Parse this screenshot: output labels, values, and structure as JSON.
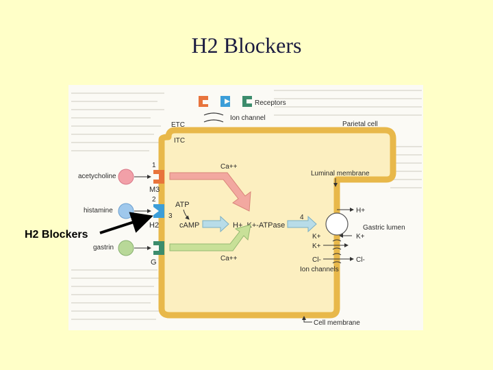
{
  "title": "H2 Blockers",
  "annotation": {
    "label": "H2 Blockers"
  },
  "figure": {
    "legend": {
      "receptors": "Receptors",
      "ion_channel": "Ion channel"
    },
    "cell_labels": {
      "etc": "ETC",
      "itc": "ITC",
      "parietal_cell": "Parietal cell",
      "luminal_membrane": "Luminal membrane",
      "gastric_lumen": "Gastric lumen",
      "cell_membrane": "Cell membrane",
      "ion_channels": "Ion channels"
    },
    "ligands": [
      "acetycholine",
      "histamine",
      "gastrin"
    ],
    "receptors": [
      "M3",
      "H2",
      "G"
    ],
    "steps": [
      "1",
      "2",
      "3",
      "4"
    ],
    "mediators": {
      "atp": "ATP",
      "camp": "cAMP",
      "ca_top": "Ca++",
      "ca_bottom": "Ca++"
    },
    "pump": "H+, K+-ATPase",
    "ions": {
      "h": "H+",
      "k_out": "K+",
      "k_in_1": "K+",
      "k_in_2": "K+",
      "cl_in": "Cl-",
      "cl_out": "Cl-"
    },
    "colors": {
      "receptor_m3": "#E8743C",
      "receptor_h2": "#3C9ED8",
      "receptor_g": "#3C8C6C",
      "membrane": "#E8B84A",
      "ligand_ach": "#F2A0A8",
      "ligand_hist": "#9FC8EC",
      "ligand_gastrin": "#B8D898",
      "arrow_ca": "#F2A8A0",
      "arrow_camp": "#B8DCE8",
      "arrow_ca_bottom": "#C8E098"
    }
  }
}
